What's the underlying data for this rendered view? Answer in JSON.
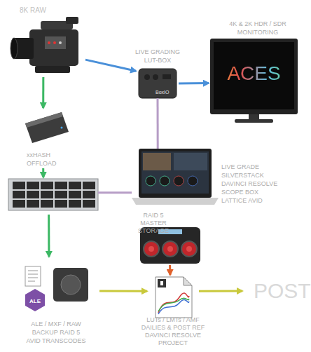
{
  "diagram": {
    "nodes": [
      {
        "text": [
          "8K RAW"
        ]
      },
      {
        "text": [
          "LIVE GRADING LUT-BOX",
          "BoxIO"
        ]
      },
      {
        "text": [
          "4K & 2K HDR / SDR MONITORING",
          "ACES"
        ]
      },
      {
        "text": [
          "xxHASH OFFLOAD"
        ]
      },
      {
        "text": [
          "RAID 5 MASTER STORAGE"
        ]
      },
      {
        "text": [
          "LIVE GRADE SILVERSTACK DAVINCI RESOLVE SCOPE BOX LATTICE AVID"
        ]
      },
      {
        "text": [
          "ALE",
          "ALE / MXF / RAW BACKUP RAID 5 AVID TRANSCODES"
        ]
      },
      {
        "text": [
          "LUTs / LMTs / AMF DAILIES & POST REF DAVINCI RESOLVE PROJECT"
        ]
      },
      {
        "text": [
          "POST"
        ]
      }
    ],
    "edges": [
      {
        "from": 0,
        "to": 1,
        "arrow": "to"
      },
      {
        "from": 1,
        "to": 2,
        "arrow": "to"
      },
      {
        "from": 0,
        "to": 3,
        "arrow": "to"
      },
      {
        "from": 3,
        "to": 4,
        "arrow": "to"
      },
      {
        "from": 1,
        "to": 5,
        "arrow": "none"
      },
      {
        "from": 4,
        "to": 5,
        "arrow": "none"
      },
      {
        "from": 5,
        "to": 7,
        "arrow": "to"
      },
      {
        "from": 4,
        "to": 6,
        "arrow": "to"
      },
      {
        "from": 6,
        "to": 7,
        "arrow": "to"
      },
      {
        "from": 7,
        "to": 8,
        "arrow": "to"
      }
    ]
  }
}
